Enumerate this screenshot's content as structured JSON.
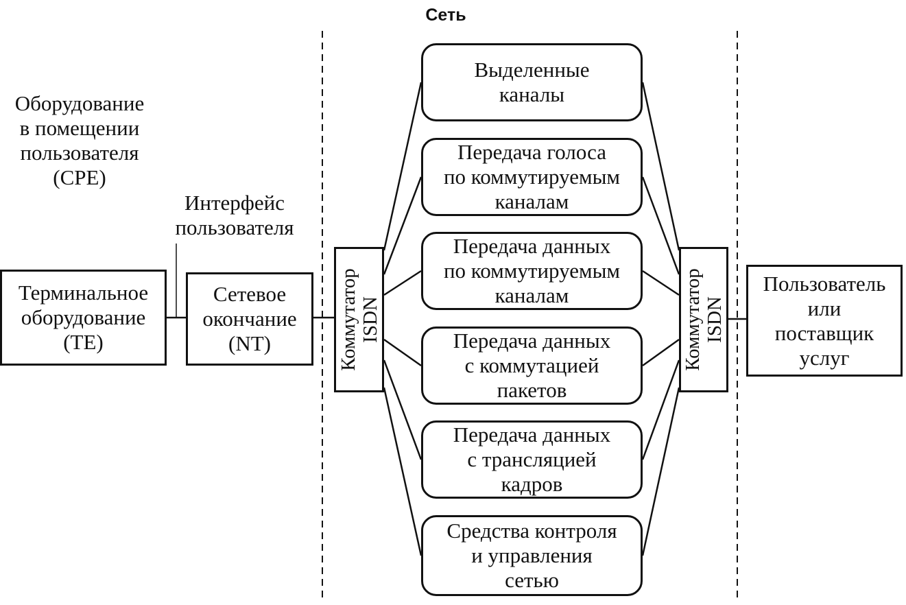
{
  "network_title": "Сеть",
  "cpe_label": "Оборудование\nв помещении\nпользователя\n(CPE)",
  "user_interface_label": "Интерфейс\nпользователя",
  "terminal_equipment": "Терминальное\nоборудование\n(TE)",
  "network_termination": "Сетевое\nокончание\n(NT)",
  "switch_left": "Коммутатор\nISDN",
  "switch_right": "Коммутатор\nISDN",
  "services": [
    "Выделенные\nканалы",
    "Передача голоса\nпо коммутируемым\nканалам",
    "Передача данных\nпо коммутируемым\nканалам",
    "Передача данных\nс коммутацией\nпакетов",
    "Передача данных\nс трансляцией\nкадров",
    "Средства контроля\nи управления\nсетью"
  ],
  "provider": "Пользователь\nили\nпоставщик\nуслуг"
}
